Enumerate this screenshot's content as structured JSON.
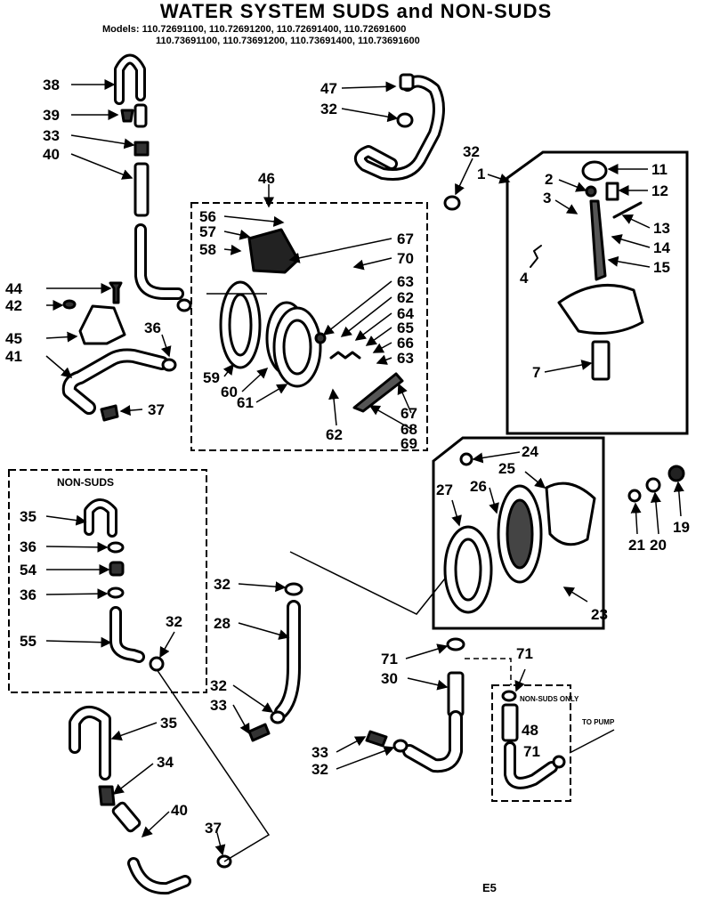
{
  "title": "WATER SYSTEM SUDS and NON-SUDS",
  "models_line1": "Models: 110.72691100, 110.72691200, 110.72691400, 110.72691600",
  "models_line2": "110.73691100, 110.73691200, 110.73691400, 110.73691600",
  "non_suds_box_label": "NON-SUDS",
  "non_suds_only_label": "NON-SUDS ONLY",
  "to_pump_label": "TO PUMP",
  "page_code": "E5",
  "part_labels": [
    {
      "id": "38",
      "text": "38"
    },
    {
      "id": "39",
      "text": "39"
    },
    {
      "id": "33a",
      "text": "33"
    },
    {
      "id": "40a",
      "text": "40"
    },
    {
      "id": "47",
      "text": "47"
    },
    {
      "id": "32a",
      "text": "32"
    },
    {
      "id": "32b",
      "text": "32"
    },
    {
      "id": "1",
      "text": "1"
    },
    {
      "id": "2",
      "text": "2"
    },
    {
      "id": "3",
      "text": "3"
    },
    {
      "id": "11",
      "text": "11"
    },
    {
      "id": "12",
      "text": "12"
    },
    {
      "id": "13",
      "text": "13"
    },
    {
      "id": "14",
      "text": "14"
    },
    {
      "id": "15",
      "text": "15"
    },
    {
      "id": "4",
      "text": "4"
    },
    {
      "id": "7",
      "text": "7"
    },
    {
      "id": "46",
      "text": "46"
    },
    {
      "id": "56",
      "text": "56"
    },
    {
      "id": "57",
      "text": "57"
    },
    {
      "id": "58",
      "text": "58"
    },
    {
      "id": "67a",
      "text": "67"
    },
    {
      "id": "70",
      "text": "70"
    },
    {
      "id": "63a",
      "text": "63"
    },
    {
      "id": "62a",
      "text": "62"
    },
    {
      "id": "64",
      "text": "64"
    },
    {
      "id": "65",
      "text": "65"
    },
    {
      "id": "66",
      "text": "66"
    },
    {
      "id": "63b",
      "text": "63"
    },
    {
      "id": "59",
      "text": "59"
    },
    {
      "id": "60",
      "text": "60"
    },
    {
      "id": "61",
      "text": "61"
    },
    {
      "id": "62b",
      "text": "62"
    },
    {
      "id": "67b",
      "text": "67"
    },
    {
      "id": "68",
      "text": "68"
    },
    {
      "id": "69",
      "text": "69"
    },
    {
      "id": "44",
      "text": "44"
    },
    {
      "id": "42",
      "text": "42"
    },
    {
      "id": "45",
      "text": "45"
    },
    {
      "id": "36a",
      "text": "36"
    },
    {
      "id": "41",
      "text": "41"
    },
    {
      "id": "37a",
      "text": "37"
    },
    {
      "id": "24",
      "text": "24"
    },
    {
      "id": "25",
      "text": "25"
    },
    {
      "id": "26",
      "text": "26"
    },
    {
      "id": "27",
      "text": "27"
    },
    {
      "id": "21",
      "text": "21"
    },
    {
      "id": "20",
      "text": "20"
    },
    {
      "id": "19",
      "text": "19"
    },
    {
      "id": "23",
      "text": "23"
    },
    {
      "id": "35a",
      "text": "35"
    },
    {
      "id": "36b",
      "text": "36"
    },
    {
      "id": "54",
      "text": "54"
    },
    {
      "id": "36c",
      "text": "36"
    },
    {
      "id": "55",
      "text": "55"
    },
    {
      "id": "32c",
      "text": "32"
    },
    {
      "id": "32d",
      "text": "32"
    },
    {
      "id": "28",
      "text": "28"
    },
    {
      "id": "32e",
      "text": "32"
    },
    {
      "id": "33b",
      "text": "33"
    },
    {
      "id": "35b",
      "text": "35"
    },
    {
      "id": "34",
      "text": "34"
    },
    {
      "id": "40b",
      "text": "40"
    },
    {
      "id": "37b",
      "text": "37"
    },
    {
      "id": "71a",
      "text": "71"
    },
    {
      "id": "30",
      "text": "30"
    },
    {
      "id": "71b",
      "text": "71"
    },
    {
      "id": "48",
      "text": "48"
    },
    {
      "id": "71c",
      "text": "71"
    },
    {
      "id": "33c",
      "text": "33"
    },
    {
      "id": "32f",
      "text": "32"
    }
  ]
}
